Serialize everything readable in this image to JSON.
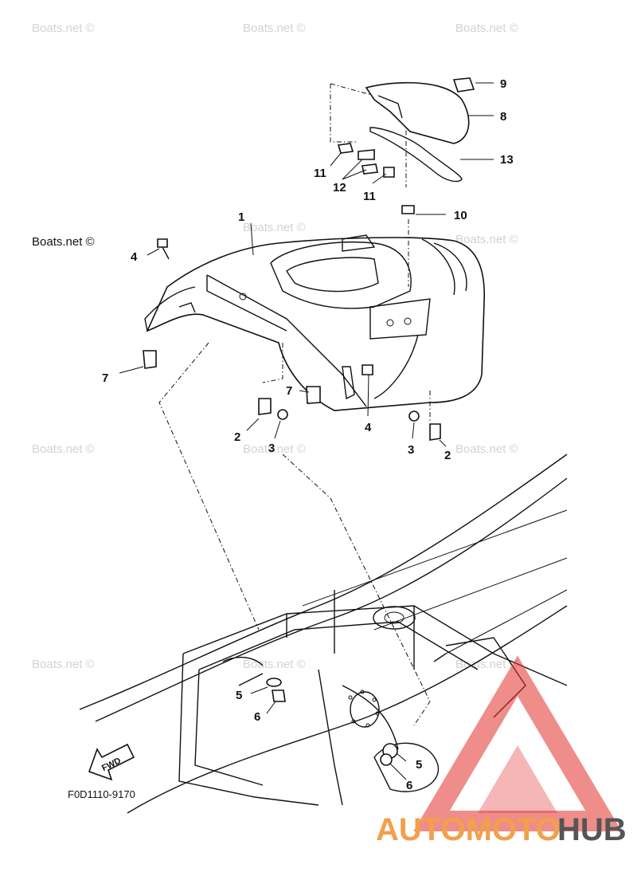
{
  "watermark": "Boats.net ©",
  "diagram_code": "F0D1110-9170",
  "fwd_label": "FWD",
  "logo": {
    "part1": "AUTOMOTO",
    "part2": "HUB",
    "accent": "#e0302a"
  },
  "callouts": {
    "c1": "1",
    "c2a": "2",
    "c2b": "2",
    "c3a": "3",
    "c3b": "3",
    "c4a": "4",
    "c4b": "4",
    "c5a": "5",
    "c5b": "5",
    "c6a": "6",
    "c6b": "6",
    "c7a": "7",
    "c7b": "7",
    "c8": "8",
    "c9": "9",
    "c10": "10",
    "c11a": "11",
    "c11b": "11",
    "c12": "12",
    "c13": "13"
  }
}
